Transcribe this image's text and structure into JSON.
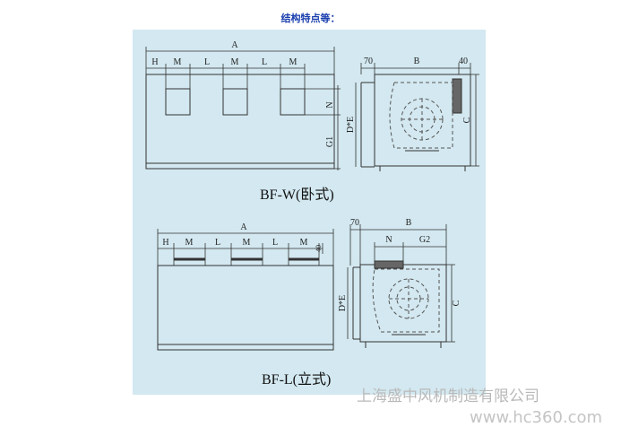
{
  "heading": "结构特点等：",
  "top_view": {
    "caption": "BF-W(卧式)",
    "front_labels": {
      "a": "A",
      "h": "H",
      "m1": "M",
      "l1": "L",
      "m2": "M",
      "l2": "L",
      "m3": "M",
      "n": "N",
      "g1": "G1"
    },
    "side_labels": {
      "d70": "70",
      "b": "B",
      "d40": "40",
      "de": "D*E",
      "c": "C"
    }
  },
  "bottom_view": {
    "caption": "BF-L(立式)",
    "front_labels": {
      "a": "A",
      "h": "H",
      "m1": "M",
      "l1": "L",
      "m2": "M",
      "l2": "L",
      "m3": "M",
      "d40": "40"
    },
    "side_labels": {
      "d70": "70",
      "b": "B",
      "n": "N",
      "g2": "G2",
      "de": "D*E",
      "c": "C"
    }
  },
  "watermark": {
    "company": "上海盛中风机制造有限公司",
    "site": "www.hc360.com"
  },
  "colors": {
    "panel": "#d3e8f0",
    "heading": "#1a3fae",
    "line": "#333333",
    "dash": "#555555",
    "watermark": "#b9b9b9"
  }
}
